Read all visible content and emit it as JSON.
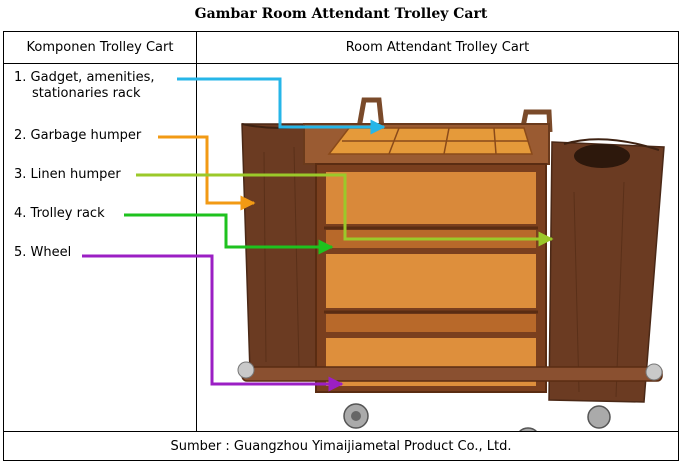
{
  "title": "Gambar Room Attendant Trolley Cart",
  "table": {
    "header_left": "Komponen Trolley Cart",
    "header_right": "Room Attendant Trolley Cart",
    "components": [
      {
        "label": "1. Gadget, amenities,",
        "label2": "stationaries rack",
        "color": "#26b6e8"
      },
      {
        "label": "2. Garbage humper",
        "color": "#f29a14"
      },
      {
        "label": "3. Linen humper",
        "color": "#9bc92a"
      },
      {
        "label": "4. Trolley rack",
        "color": "#1ec21e"
      },
      {
        "label": "5. Wheel",
        "color": "#9b1fc4"
      }
    ],
    "footer": "Sumber : Guangzhou Yimaijiametal Product Co., Ltd."
  }
}
